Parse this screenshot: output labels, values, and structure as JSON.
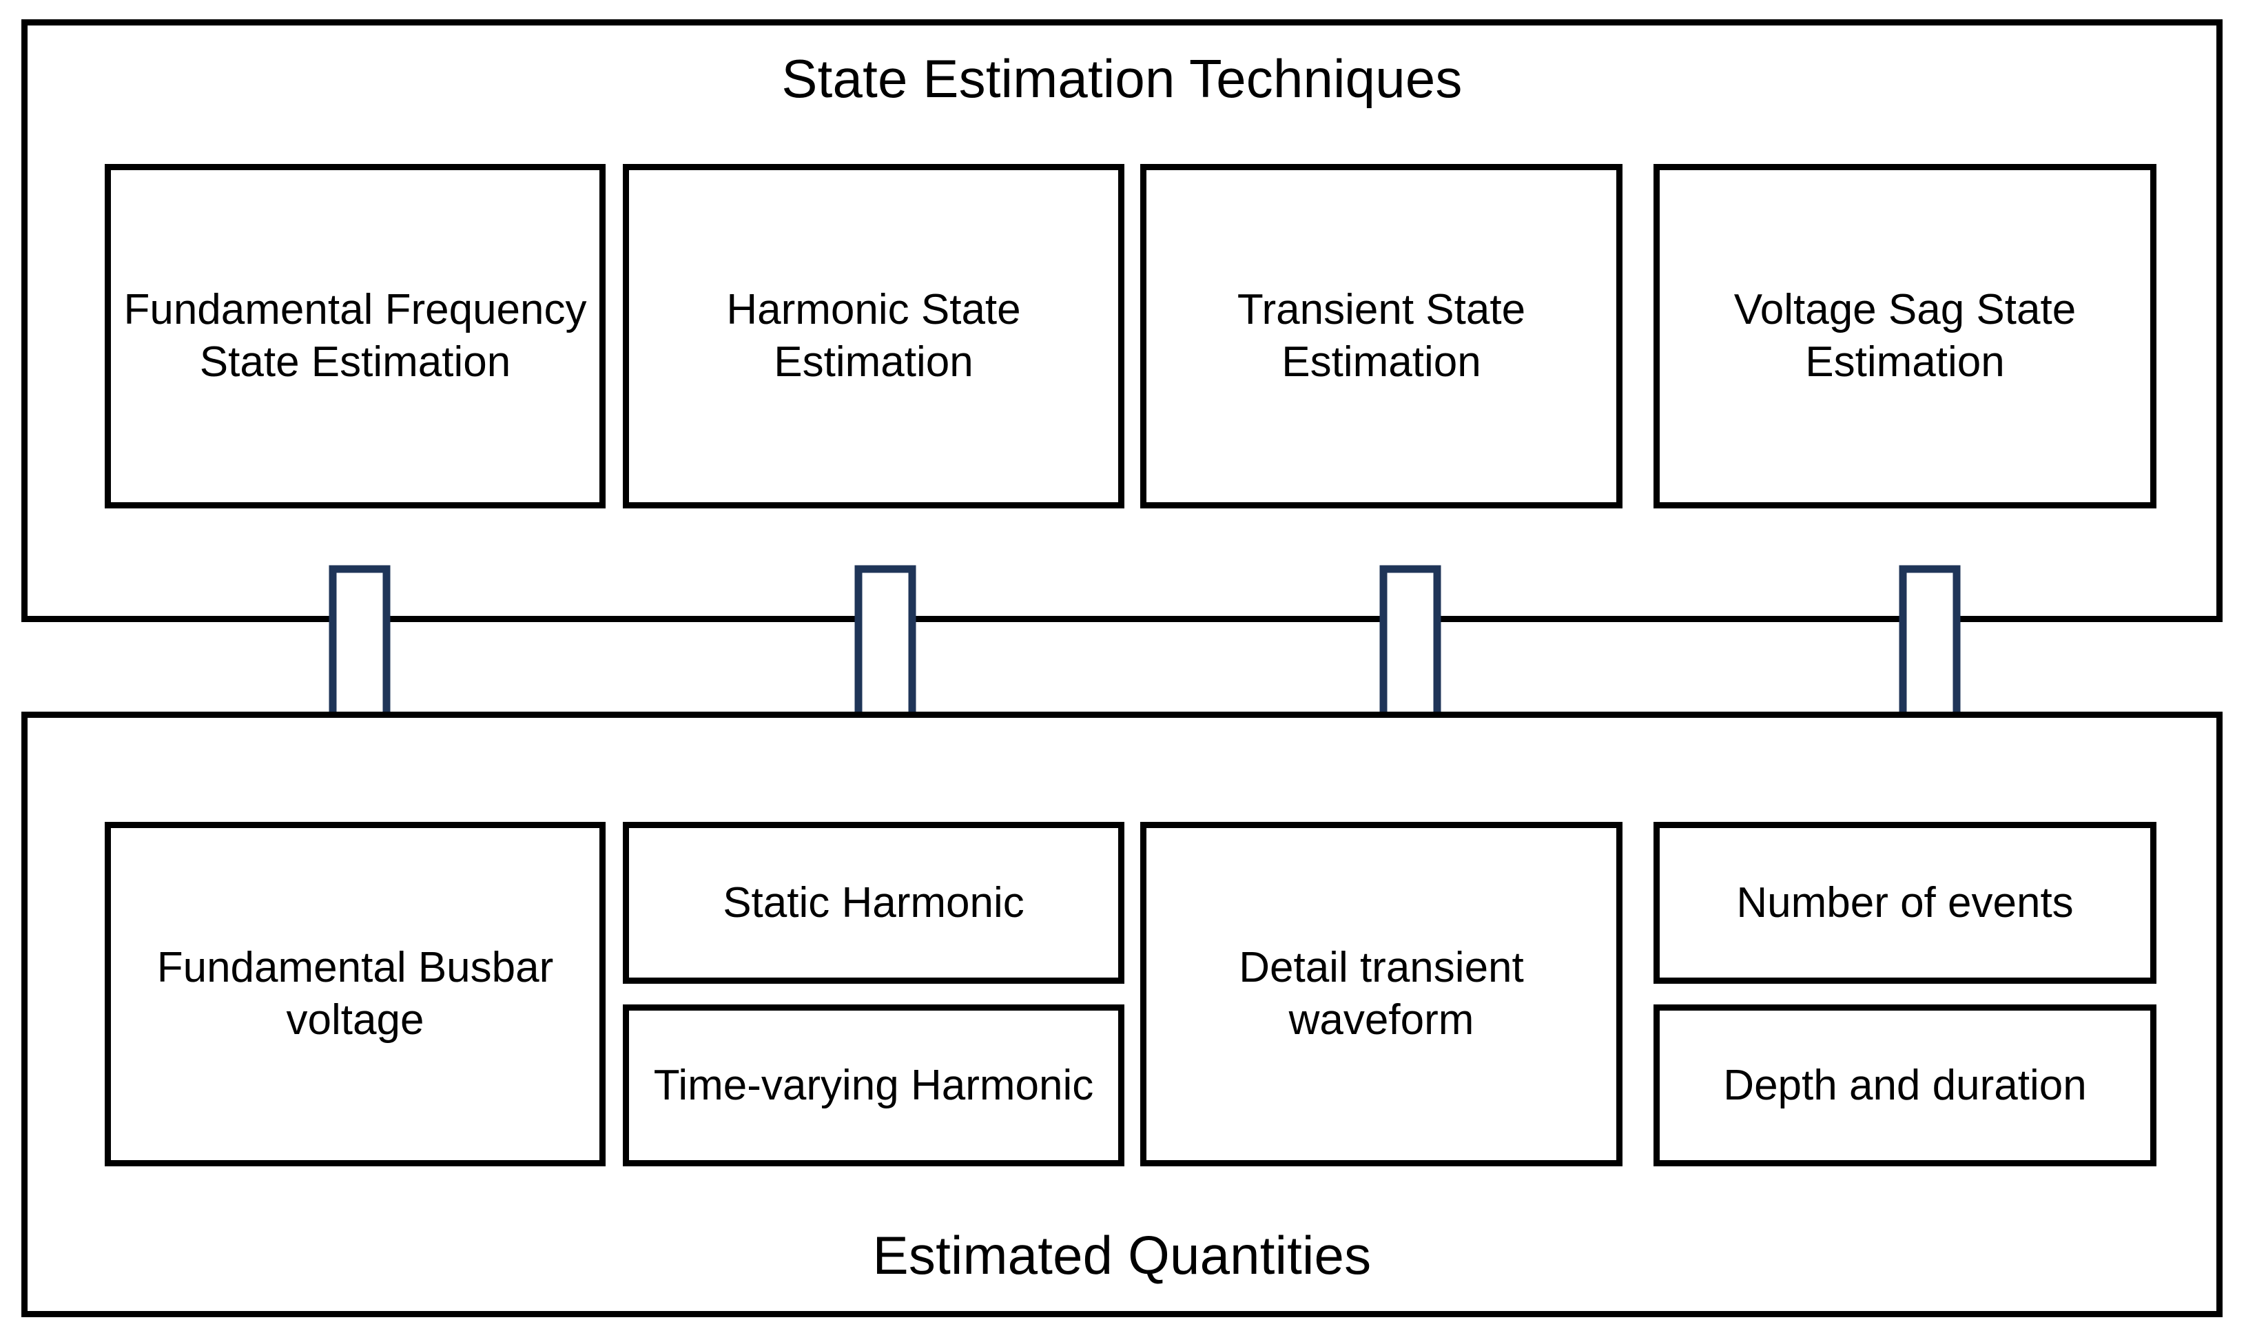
{
  "diagram": {
    "title_top": "State Estimation Techniques",
    "title_bottom": "Estimated Quantities",
    "accent_color": "#1F3558",
    "line_color": "#000000",
    "background": "#FFFFFF"
  },
  "techniques": {
    "caption": "State Estimation Techniques",
    "boxes": [
      {
        "label": "Fundamental Frequency State Estimation"
      },
      {
        "label": "Harmonic State Estimation"
      },
      {
        "label": "Transient State Estimation"
      },
      {
        "label": "Voltage Sag State Estimation"
      }
    ]
  },
  "quantities": {
    "caption": "Estimated Quantities",
    "columns": [
      {
        "boxes": [
          {
            "label": "Fundamental Busbar voltage"
          }
        ]
      },
      {
        "boxes": [
          {
            "label": "Static Harmonic"
          },
          {
            "label": "Time-varying Harmonic"
          }
        ]
      },
      {
        "boxes": [
          {
            "label": "Detail transient waveform"
          }
        ]
      },
      {
        "boxes": [
          {
            "label": "Number of events"
          },
          {
            "label": "Depth and duration"
          }
        ]
      }
    ]
  },
  "arrows": [
    {
      "name": "arrow-fundamental-frequency",
      "direction": "down"
    },
    {
      "name": "arrow-harmonic",
      "direction": "down"
    },
    {
      "name": "arrow-transient",
      "direction": "down"
    },
    {
      "name": "arrow-voltage-sag",
      "direction": "down"
    }
  ]
}
